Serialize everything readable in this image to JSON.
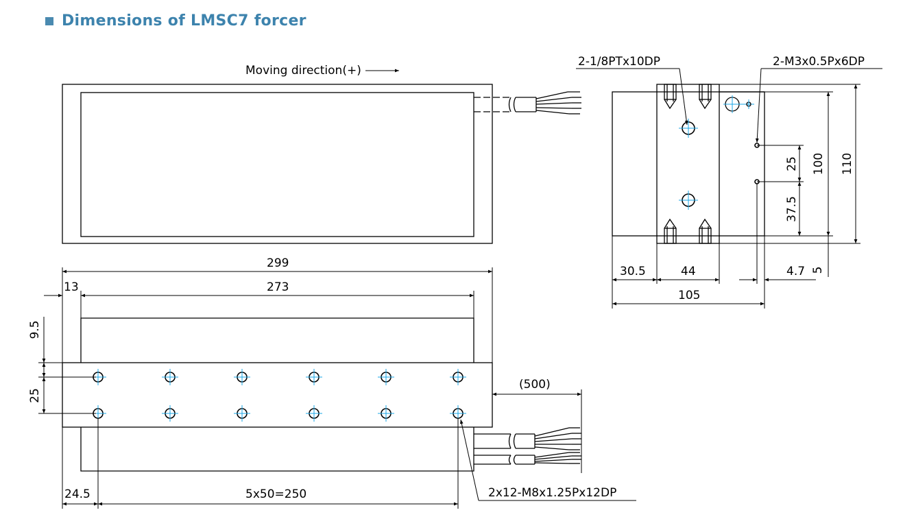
{
  "heading": {
    "title": "Dimensions of LMSC7 forcer",
    "accent_color": "#3d83ad"
  },
  "top_view": {
    "moving_direction_label": "Moving direction(+)"
  },
  "side_view": {
    "callout_port": "2-1/8PTx10DP",
    "callout_thread": "2-M3x0.5Px6DP",
    "dims": {
      "d25": "25",
      "d37_5": "37.5",
      "d100": "100",
      "d110": "110",
      "d30_5": "30.5",
      "d44": "44",
      "d4_7": "4.7",
      "d5": "5",
      "d105": "105"
    }
  },
  "bottom_view": {
    "callout_holes": "2x12-M8x1.25Px12DP",
    "dims": {
      "d299": "299",
      "d273": "273",
      "d13": "13",
      "d9_5": "9.5",
      "d25": "25",
      "d500": "(500)",
      "d24_5": "24.5",
      "d250": "5x50=250"
    }
  }
}
